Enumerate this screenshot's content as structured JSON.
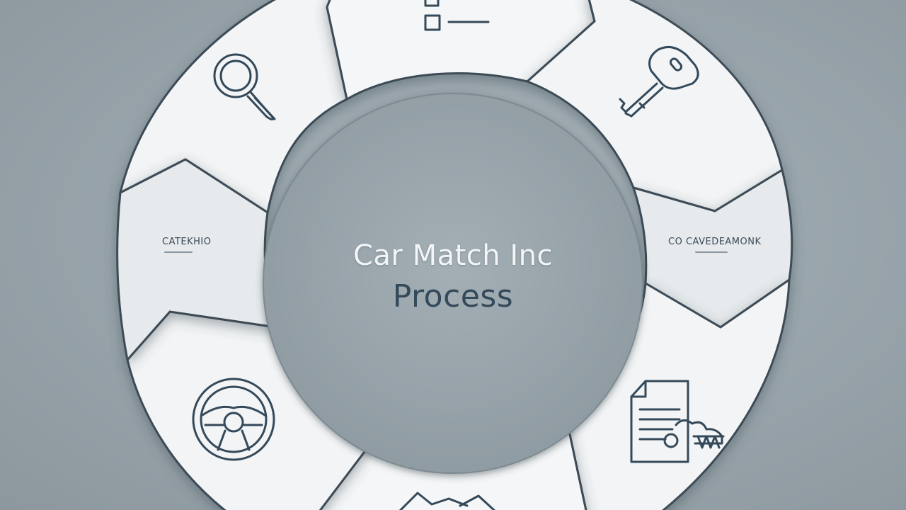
{
  "title": {
    "line1": "Car Match Inc",
    "line2": "Process"
  },
  "segments": [
    {
      "position": "top-left",
      "icon": "magnifying-glass-icon",
      "label": ""
    },
    {
      "position": "top",
      "icon": "checklist-icon",
      "label": ""
    },
    {
      "position": "top-right",
      "icon": "car-key-icon",
      "label": ""
    },
    {
      "position": "right",
      "icon": "",
      "label": "CO   CAVEDEAMONK"
    },
    {
      "position": "bottom-right",
      "icon": "contract-document-icon",
      "label": ""
    },
    {
      "position": "bottom",
      "icon": "handshake-icon",
      "label": ""
    },
    {
      "position": "bottom-left",
      "icon": "steering-wheel-icon",
      "label": ""
    },
    {
      "position": "left",
      "icon": "",
      "label": "CATEKHIO"
    }
  ],
  "colors": {
    "background": "#9aa6ad",
    "segment_fill": "#f2f4f5",
    "segment_label_fill": "#e6eaec",
    "center_fill": "#94a1a8",
    "icon_stroke": "#34495a",
    "title_light": "#f3f5f6",
    "title_dark": "#34495a"
  }
}
